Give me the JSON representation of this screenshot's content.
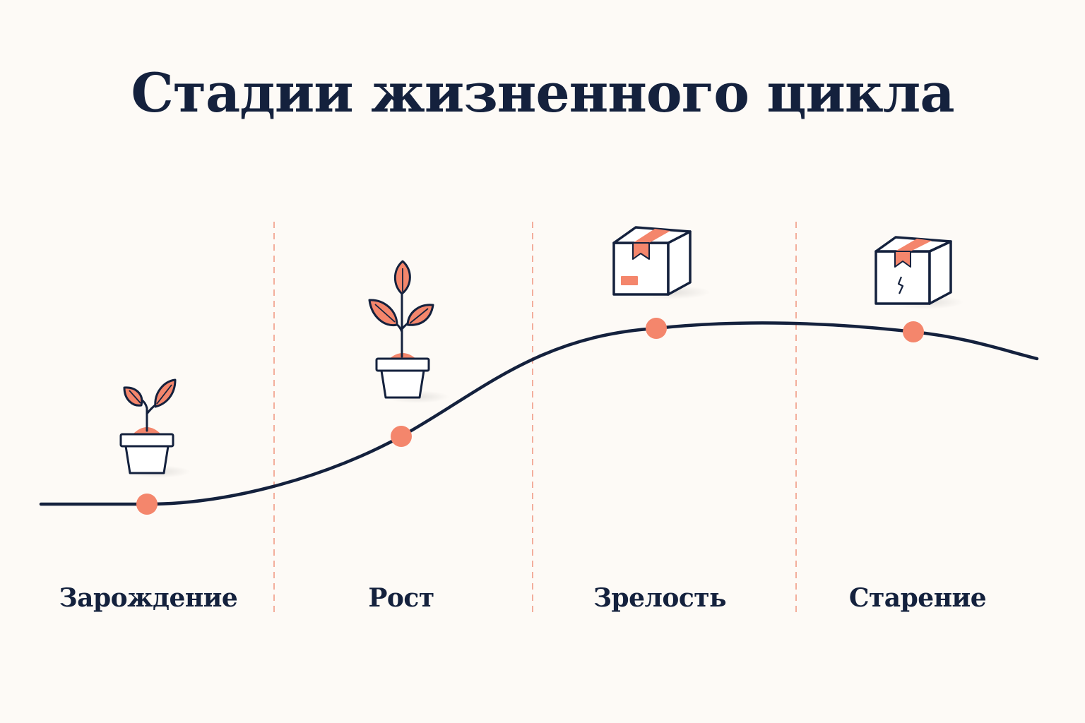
{
  "title": "Стадии жизненного цикла",
  "stages": [
    {
      "label": "Зарождение",
      "icon": "sprout-pot-icon"
    },
    {
      "label": "Рост",
      "icon": "plant-pot-icon"
    },
    {
      "label": "Зрелость",
      "icon": "box-icon"
    },
    {
      "label": "Старение",
      "icon": "cracked-box-icon"
    }
  ],
  "colors": {
    "background": "#fdfaf6",
    "ink": "#14213d",
    "accent": "#f4866c",
    "divider": "#f19c86",
    "box_fill": "#ffffff"
  }
}
